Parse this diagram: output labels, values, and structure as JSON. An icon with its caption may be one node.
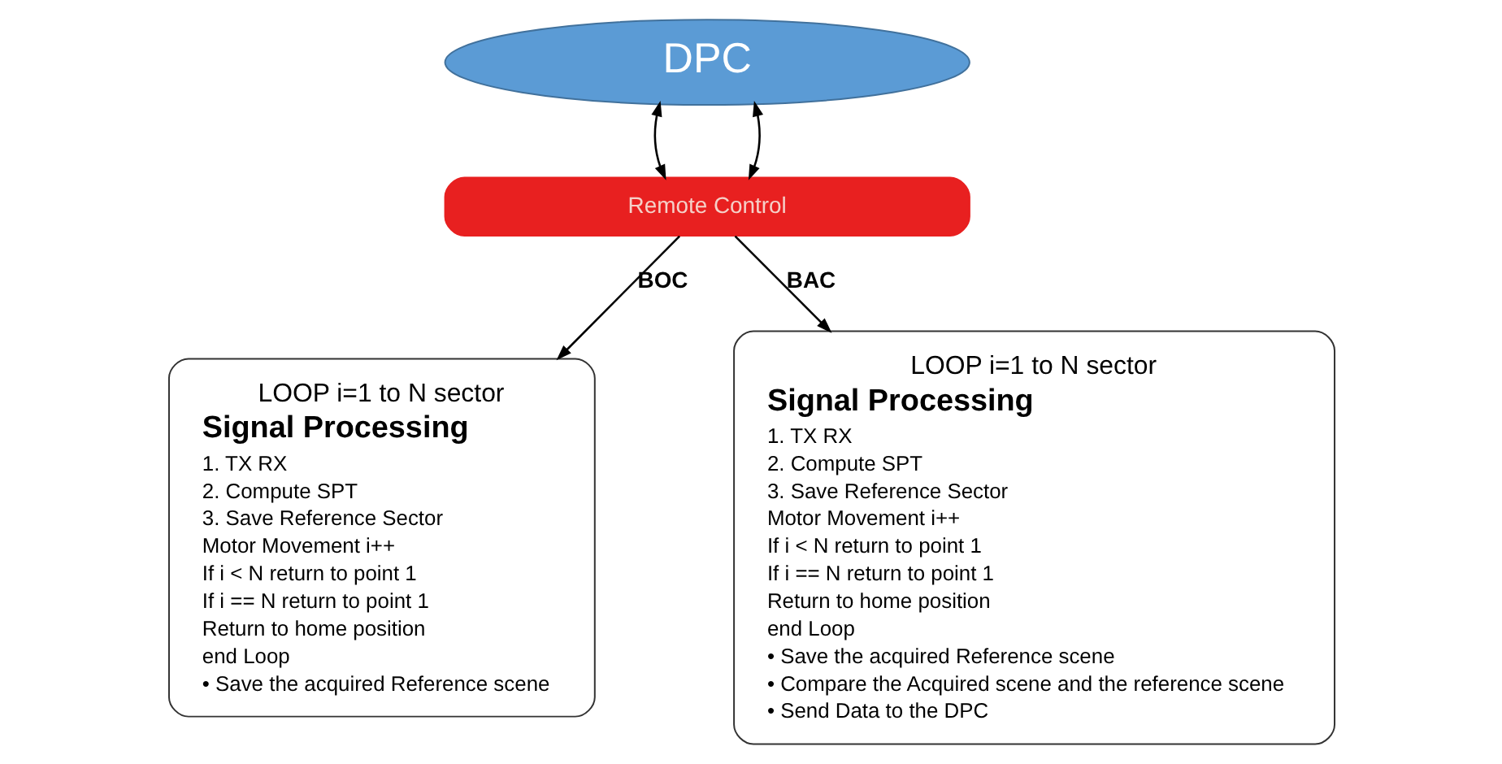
{
  "diagram": {
    "nodes": [
      {
        "text": [
          "DPC"
        ]
      },
      {
        "text": [
          "Remote Control"
        ]
      },
      {
        "text": [
          "LOOP i=1 to N sector",
          "Signal Processing",
          "1. TX RX",
          "2. Compute SPT",
          "3. Save Reference Sector",
          "Motor Movement i++",
          "If i < N return to point 1",
          "If i == N return to point 1",
          "Return to home position",
          "end Loop",
          "• Save the acquired Reference scene"
        ]
      },
      {
        "text": [
          "LOOP i=1 to N sector",
          "Signal Processing",
          "1. TX RX",
          "2. Compute SPT",
          "3. Save Reference Sector",
          "Motor Movement i++",
          "If i < N return to point 1",
          "If i == N return to point 1",
          "Return to home position",
          "end Loop",
          "• Save the acquired Reference scene",
          "• Compare the Acquired scene and the reference scene",
          "• Send Data to the DPC"
        ]
      }
    ],
    "edges": [
      {
        "from": 0,
        "to": 1,
        "arrow": "both"
      },
      {
        "from": 0,
        "to": 1,
        "arrow": "both"
      },
      {
        "from": 1,
        "to": 2,
        "arrow": "to",
        "label": "BOC"
      },
      {
        "from": 1,
        "to": 3,
        "arrow": "to",
        "label": "BAC"
      }
    ]
  }
}
